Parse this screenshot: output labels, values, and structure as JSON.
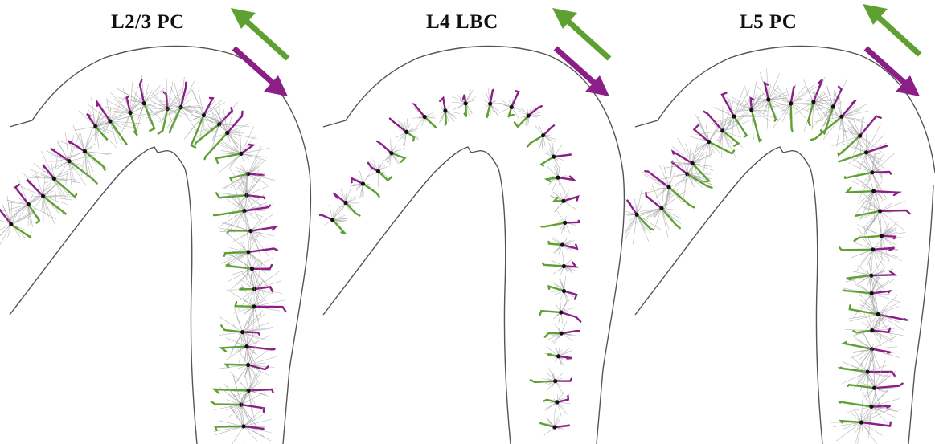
{
  "panels": [
    {
      "title": "L2/3 PC",
      "density": "dense"
    },
    {
      "title": "L4 LBC",
      "density": "sparse"
    },
    {
      "title": "L5 PC",
      "density": "dense"
    }
  ],
  "colors": {
    "green": "#5fa032",
    "magenta": "#8c1f87",
    "outline": "#555555",
    "gray_branches": "#a6a6a6",
    "soma": "#111111"
  }
}
